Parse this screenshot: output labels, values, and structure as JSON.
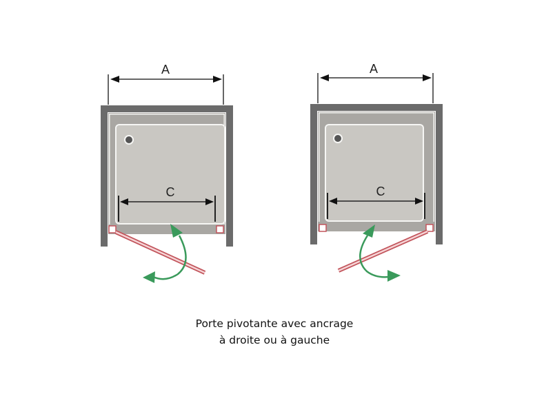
{
  "diagrams": [
    {
      "id": "left",
      "dimension_outer": "A",
      "dimension_inner": "C",
      "hinge_side": "left",
      "description": "pivot door hinged on left, swinging outward"
    },
    {
      "id": "right",
      "dimension_outer": "A",
      "dimension_inner": "C",
      "hinge_side": "right",
      "description": "pivot door hinged on right, swinging outward"
    }
  ],
  "caption": {
    "line1": "Porte pivotante avec ancrage",
    "line2": "à droite ou à gauche"
  },
  "colors": {
    "frame_dark": "#6b6b6b",
    "frame_light": "#a9a7a3",
    "tray": "#c9c7c2",
    "door": "#e7a0a4",
    "door_edge": "#c2555c",
    "arrow": "#3a9a5b"
  }
}
